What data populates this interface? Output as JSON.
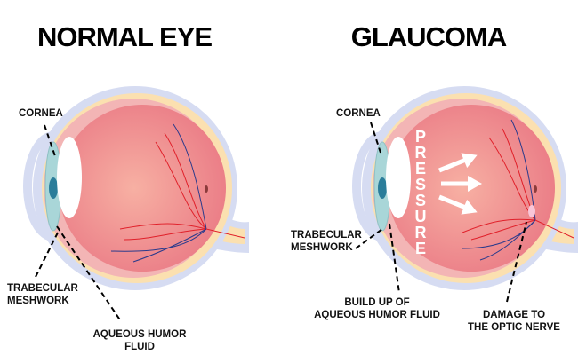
{
  "normal": {
    "title": "NORMAL EYE",
    "labels": {
      "cornea": "CORNEA",
      "trabecular_1": "TRABECULAR",
      "trabecular_2": "MESHWORK",
      "aqueous_1": "AQUEOUS HUMOR",
      "aqueous_2": "FLUID"
    }
  },
  "glaucoma": {
    "title": "GLAUCOMA",
    "pressure_letters": [
      "P",
      "R",
      "E",
      "S",
      "S",
      "U",
      "R",
      "E"
    ],
    "labels": {
      "cornea": "CORNEA",
      "trabecular_1": "TRABECULAR",
      "trabecular_2": "MESHWORK",
      "buildup_1": "BUILD UP OF",
      "buildup_2": "AQUEOUS HUMOR FLUID",
      "damage_1": "DAMAGE TO",
      "damage_2": "THE OPTIC NERVE"
    }
  },
  "colors": {
    "sclera_outer": "#d6dcf2",
    "sclera_yellow": "#fbe0b0",
    "retina": "#f08a8e",
    "vitreous": "#f4a8a0",
    "cornea": "#a9d6d8",
    "iris": "#2b7d9a"
  }
}
